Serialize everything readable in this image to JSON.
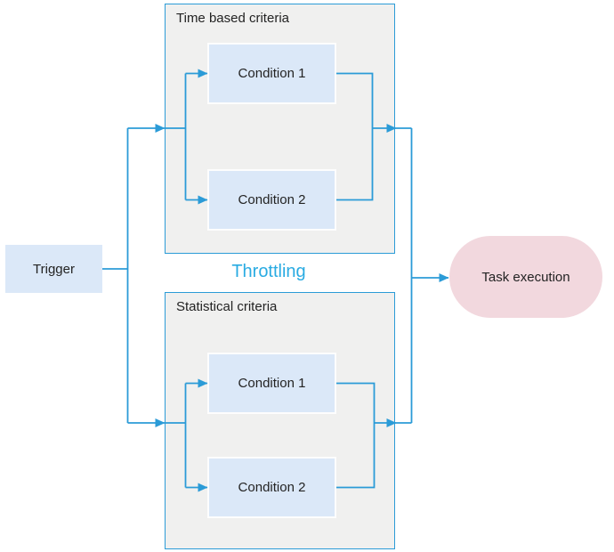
{
  "nodes": {
    "trigger": "Trigger",
    "task_execution": "Task execution",
    "throttling_label": "Throttling"
  },
  "groups": {
    "time": {
      "label": "Time based criteria",
      "conditions": [
        "Condition 1",
        "Condition 2"
      ]
    },
    "stat": {
      "label": "Statistical criteria",
      "conditions": [
        "Condition 1",
        "Condition 2"
      ]
    }
  },
  "edges": [
    {
      "from": "Trigger",
      "to": "Time based criteria"
    },
    {
      "from": "Trigger",
      "to": "Statistical criteria"
    },
    {
      "from": "Time based criteria input",
      "to": "Condition 1 (time)"
    },
    {
      "from": "Time based criteria input",
      "to": "Condition 2 (time)"
    },
    {
      "from": "Condition 1 (time) + Condition 2 (time)",
      "to": "Time based criteria output"
    },
    {
      "from": "Statistical criteria input",
      "to": "Condition 1 (statistical)"
    },
    {
      "from": "Statistical criteria input",
      "to": "Condition 2 (statistical)"
    },
    {
      "from": "Condition 1 (statistical) + Condition 2 (statistical)",
      "to": "Statistical criteria output"
    },
    {
      "from": "Time based criteria + Statistical criteria",
      "to": "Task execution"
    }
  ],
  "colors": {
    "connector_blue": "#2b9bd7",
    "node_fill_blue": "#dbe8f8",
    "group_fill_gray": "#f0f0ef",
    "task_fill_pink": "#f2d8de",
    "throttling_text_blue": "#29abe2",
    "text_dark": "#232323"
  }
}
